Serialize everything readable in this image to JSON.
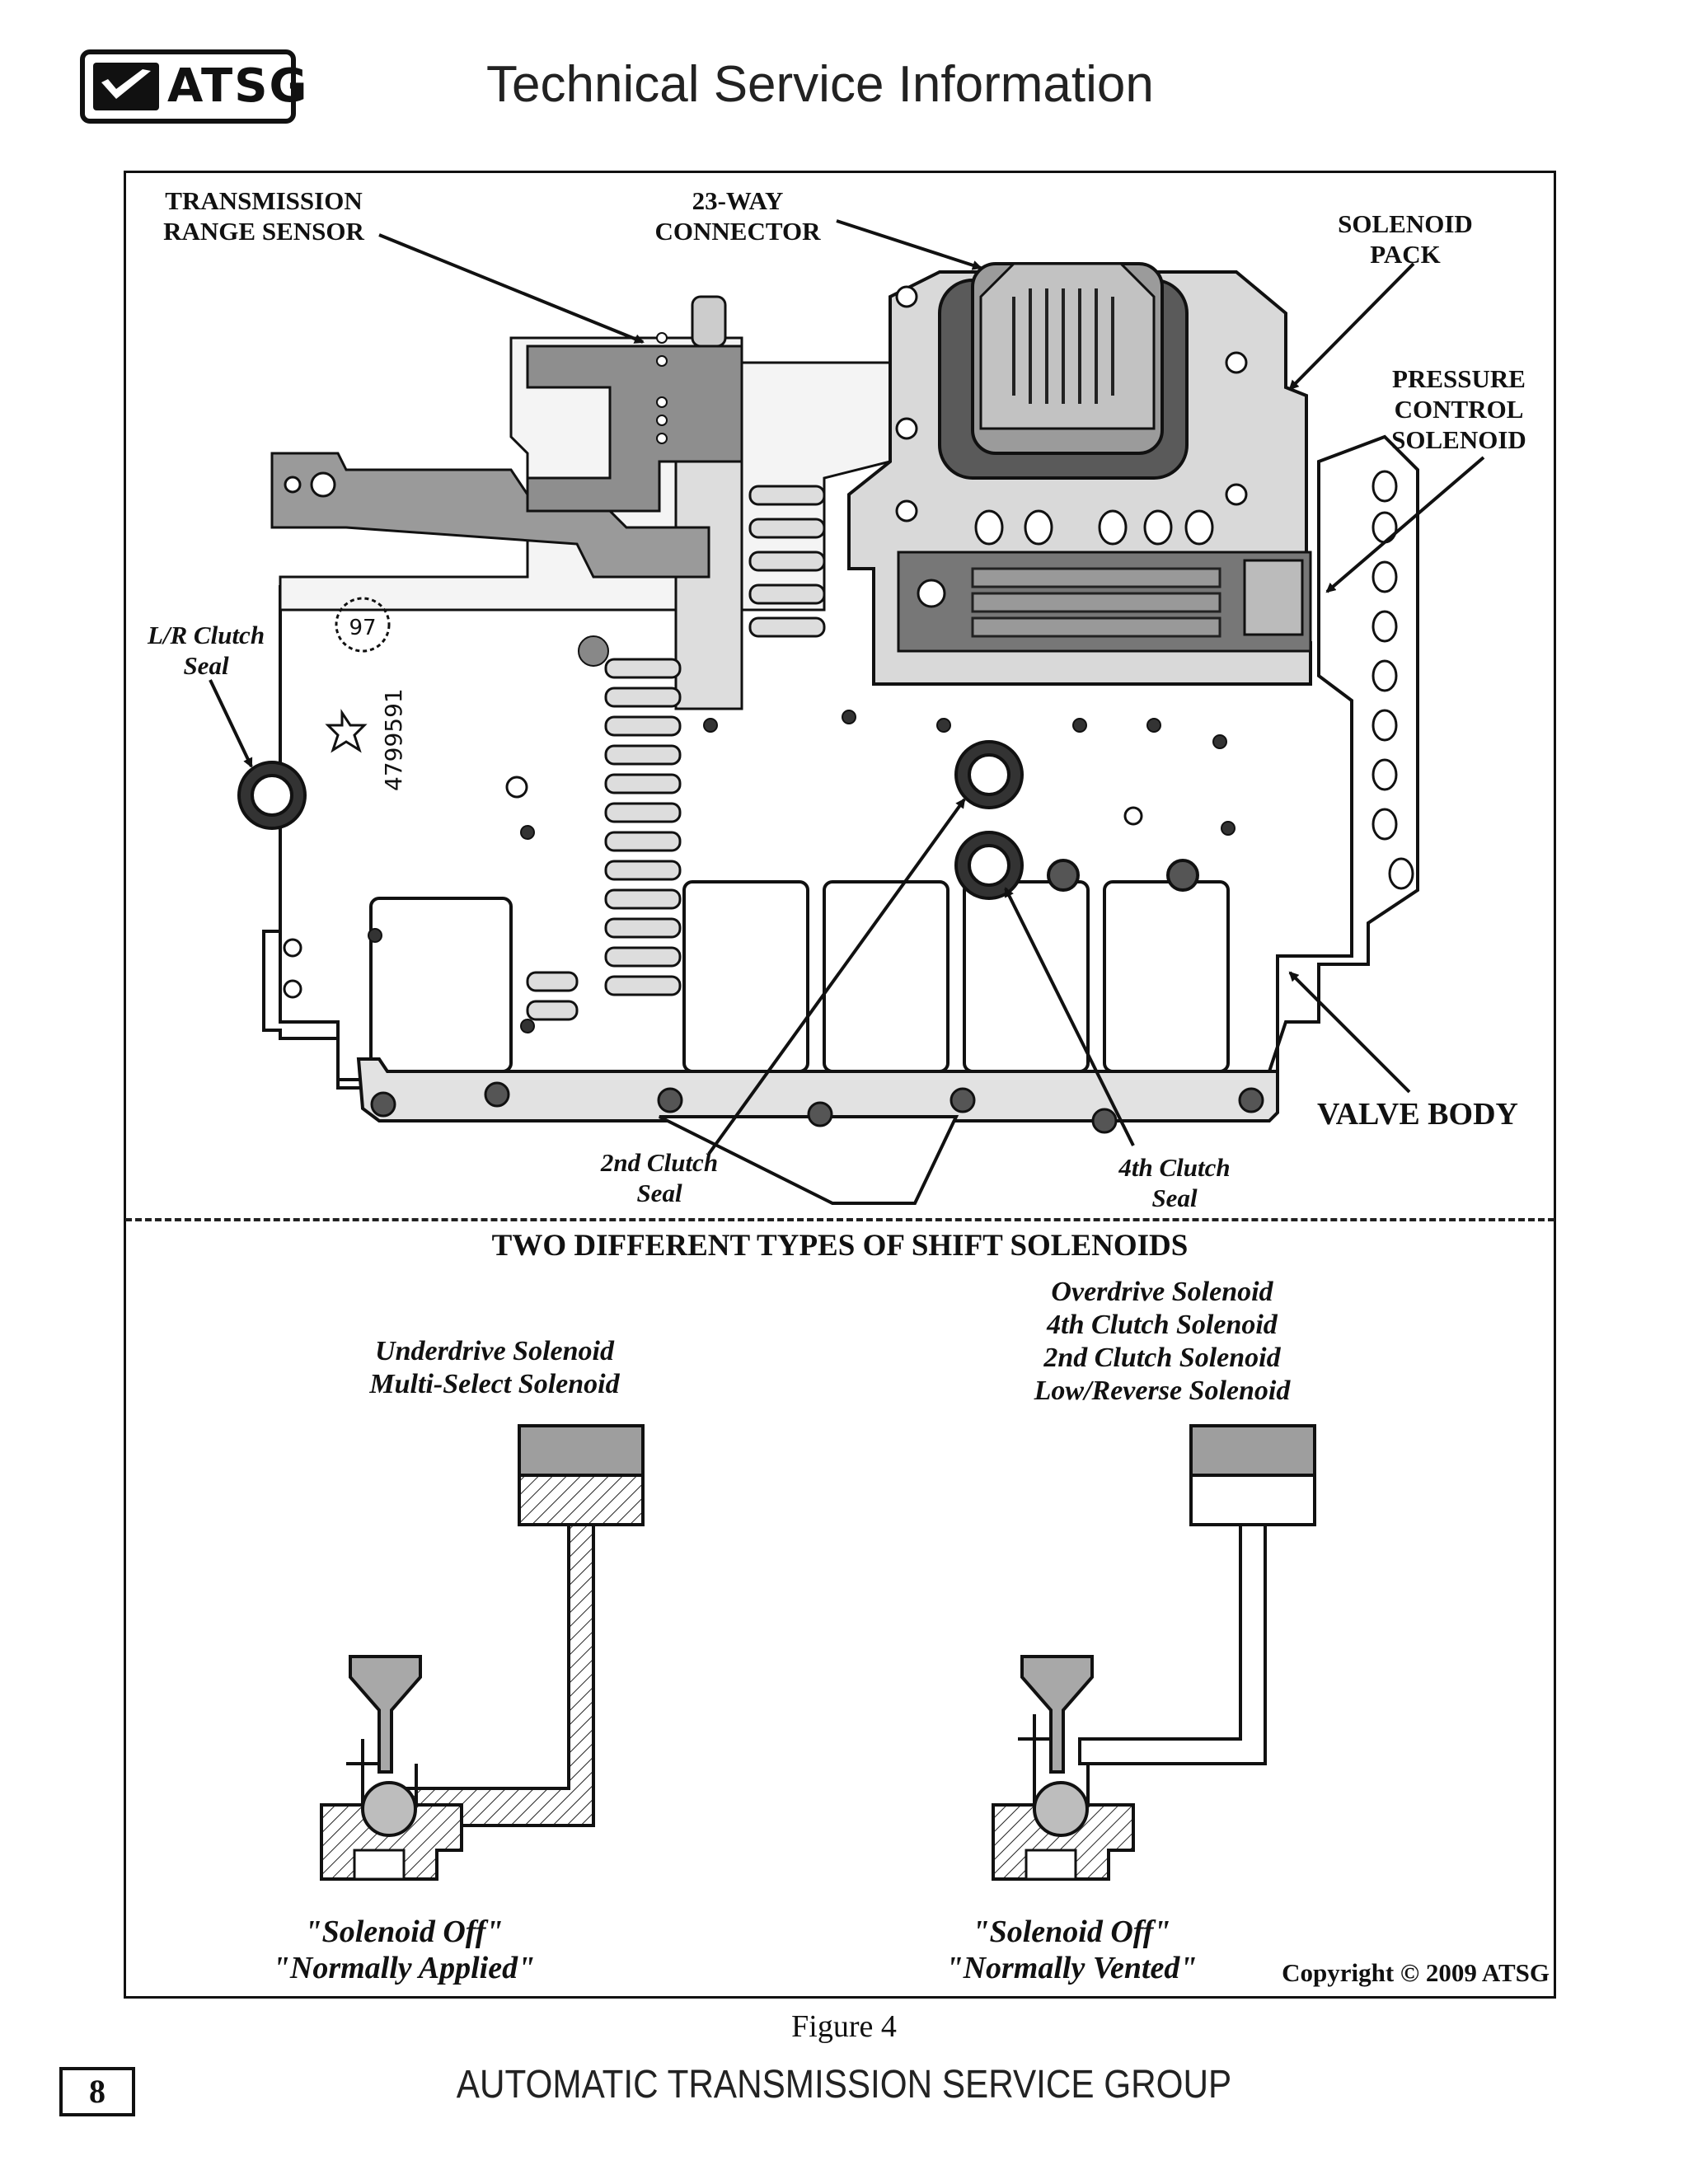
{
  "header": {
    "logo_text": "ATSG",
    "title": "Technical Service Information"
  },
  "valve_body_figure": {
    "callouts": {
      "transmission_range_sensor": [
        "TRANSMISSION",
        "RANGE SENSOR"
      ],
      "connector": [
        "23-WAY",
        "CONNECTOR"
      ],
      "solenoid_pack": [
        "SOLENOID",
        "PACK"
      ],
      "pressure_control_solenoid": [
        "PRESSURE",
        "CONTROL",
        "SOLENOID"
      ],
      "lr_clutch_seal": [
        "L/R Clutch",
        "Seal"
      ],
      "second_clutch_seal": [
        "2nd Clutch",
        "Seal"
      ],
      "fourth_clutch_seal": [
        "4th Clutch",
        "Seal"
      ],
      "valve_body": "VALVE BODY"
    },
    "stamped_number": "4799591",
    "stamp_mark": "97"
  },
  "solenoid_types": {
    "heading": "TWO DIFFERENT TYPES OF SHIFT SOLENOIDS",
    "left": {
      "names": [
        "Underdrive Solenoid",
        "Multi-Select Solenoid"
      ],
      "state": [
        "\"Solenoid Off\"",
        "\"Normally Applied\""
      ]
    },
    "right": {
      "names": [
        "Overdrive Solenoid",
        "4th Clutch Solenoid",
        "2nd Clutch Solenoid",
        "Low/Reverse Solenoid"
      ],
      "state": [
        "\"Solenoid Off\"",
        "\"Normally Vented\""
      ]
    },
    "copyright": "Copyright © 2009 ATSG"
  },
  "figure_caption": "Figure 4",
  "footer": {
    "page_number": "8",
    "title": "AUTOMATIC TRANSMISSION SERVICE GROUP"
  }
}
